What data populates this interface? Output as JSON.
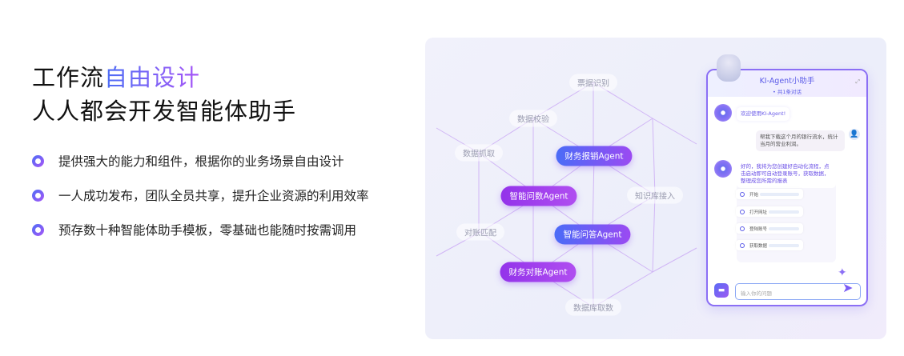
{
  "heading": {
    "line1_plain": "工作流",
    "line1_highlight": "自由设计",
    "line2": "人人都会开发智能体助手"
  },
  "features": [
    "提供强大的能力和组件，根据你的业务场景自由设计",
    "一人成功发布，团队全员共享，提升企业资源的利用效率",
    "预存数十种智能体助手模板，零基础也能随时按需调用"
  ],
  "network": {
    "tags": [
      "票据识别",
      "数据校验",
      "数据抓取",
      "知识库接入",
      "对账匹配",
      "数据库取数"
    ],
    "agents": [
      "财务报销Agent",
      "智能问数Agent",
      "智能问答Agent",
      "财务对账Agent"
    ]
  },
  "chat": {
    "title": "KI-Agent小助手",
    "subtitle": "• 共1条对话",
    "welcome": "欢迎使用KI-Agent!",
    "user_msg": "帮我下载这个月的银行流水，统计当月的营业利润。",
    "bot_reply": "好的，我将为您创建好自动化流程，点击启动即可自动登录账号，获取数据，整理成您所需的报表",
    "steps": [
      "开始",
      "打开网址",
      "登陆账号",
      "获取数据"
    ],
    "input_placeholder": "输入你的问题"
  },
  "colors": {
    "accent_blue": "#4c6ef5",
    "accent_purple": "#a855f7"
  }
}
